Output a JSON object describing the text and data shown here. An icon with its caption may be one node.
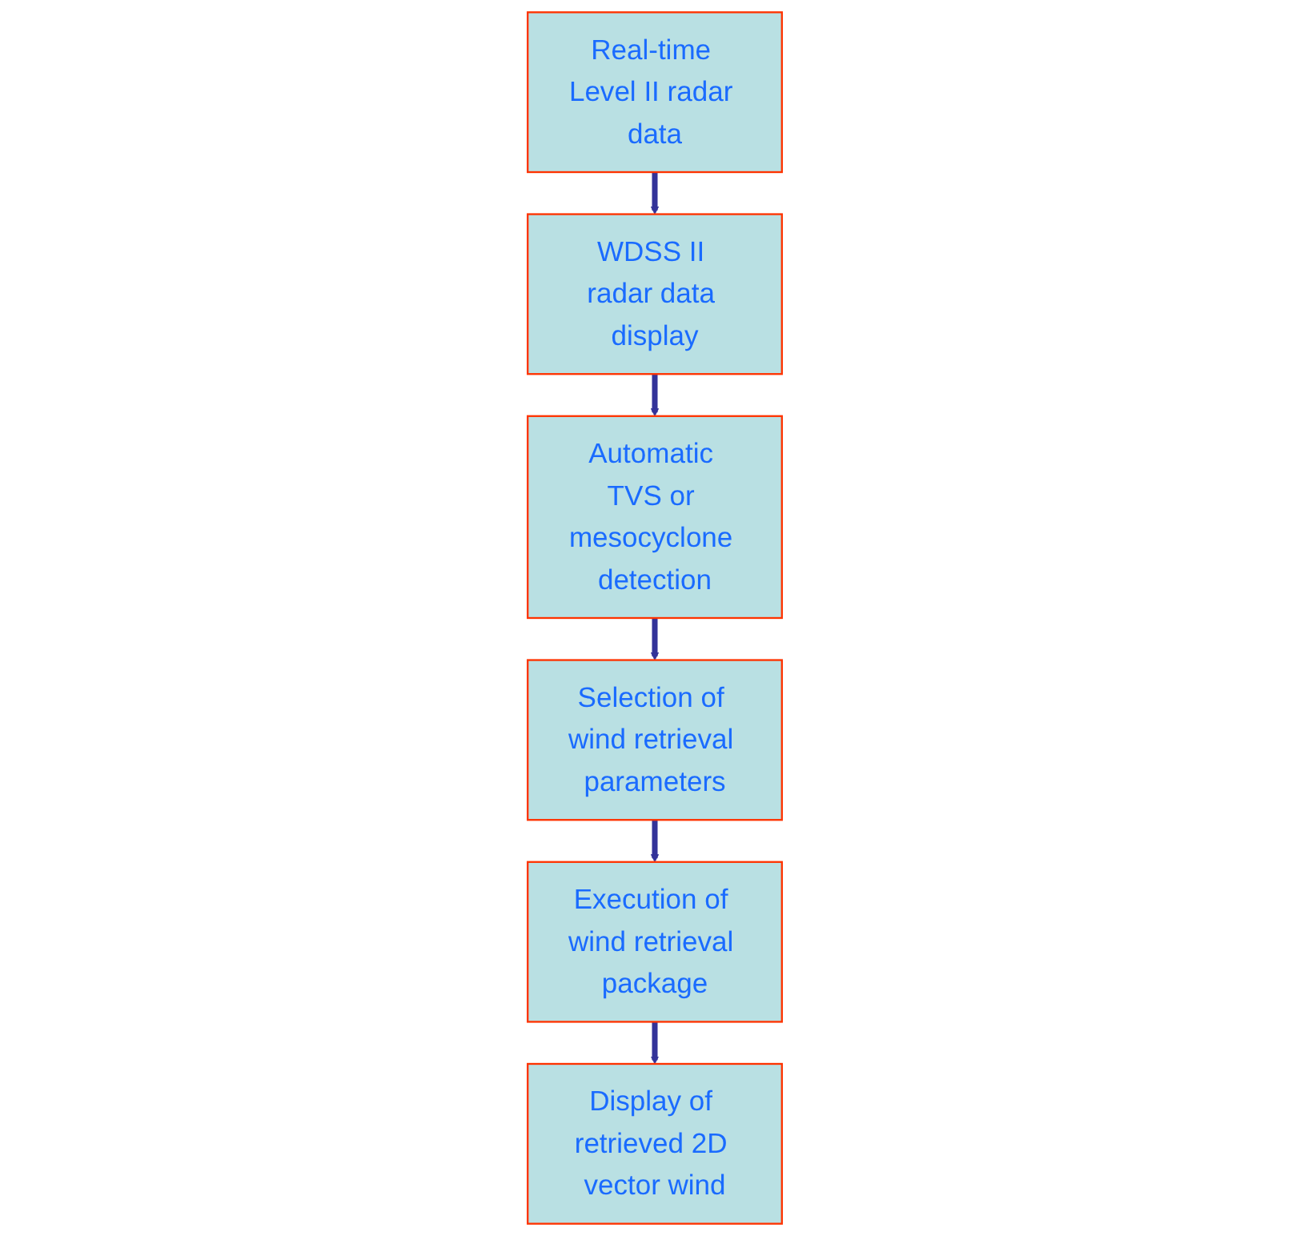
{
  "diagram": {
    "nodes": [
      {
        "text": [
          "Real-time Level II radar data"
        ]
      },
      {
        "text": [
          "WDSS II radar data display"
        ]
      },
      {
        "text": [
          "Automatic TVS or mesocyclone detection"
        ]
      },
      {
        "text": [
          "Selection of wind retrieval parameters"
        ]
      },
      {
        "text": [
          "Execution of wind retrieval package"
        ]
      },
      {
        "text": [
          "Display of retrieved 2D vector wind"
        ]
      }
    ],
    "edges": [
      {
        "from": 0,
        "to": 1,
        "arrow": "to"
      },
      {
        "from": 1,
        "to": 2,
        "arrow": "to"
      },
      {
        "from": 2,
        "to": 3,
        "arrow": "to"
      },
      {
        "from": 3,
        "to": 4,
        "arrow": "to"
      },
      {
        "from": 4,
        "to": 5,
        "arrow": "to"
      }
    ]
  }
}
